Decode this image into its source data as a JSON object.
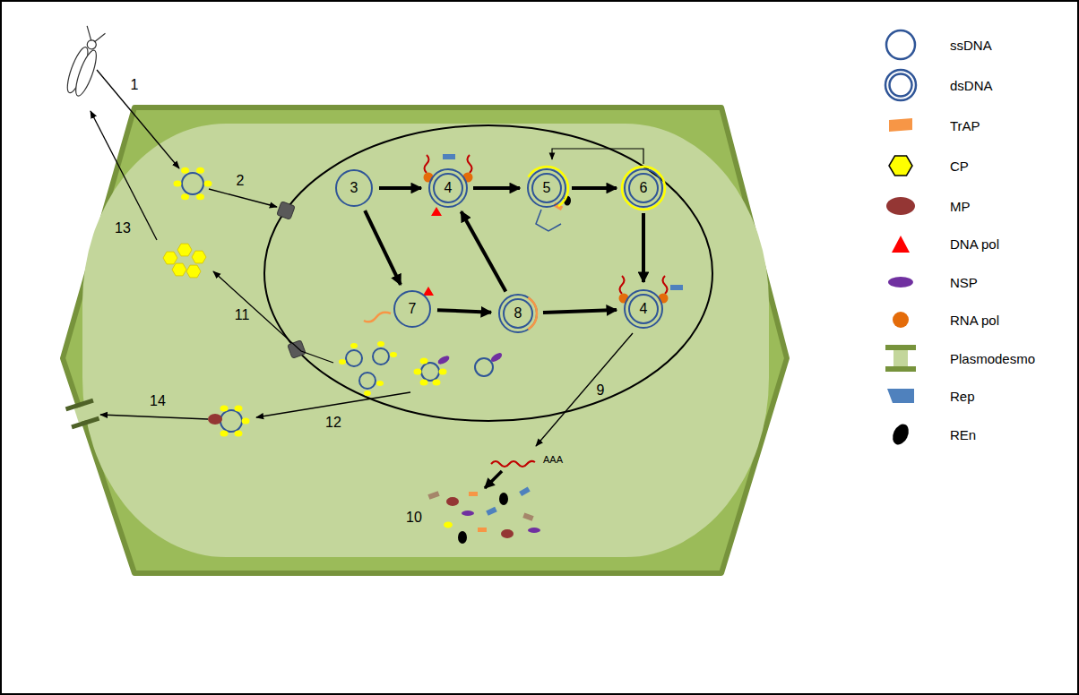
{
  "diagram": {
    "nodes": [
      {
        "text": [
          "3"
        ]
      },
      {
        "text": [
          "4"
        ]
      },
      {
        "text": [
          "5"
        ]
      },
      {
        "text": [
          "6"
        ]
      },
      {
        "text": [
          "7"
        ]
      },
      {
        "text": [
          "8"
        ]
      },
      {
        "text": [
          "4"
        ]
      }
    ],
    "edges": [
      {
        "from": 0,
        "to": 1,
        "arrow": "to"
      },
      {
        "from": 1,
        "to": 2,
        "arrow": "to"
      },
      {
        "from": 2,
        "to": 3,
        "arrow": "to"
      },
      {
        "from": 0,
        "to": 4,
        "arrow": "to"
      },
      {
        "from": 4,
        "to": 5,
        "arrow": "to"
      },
      {
        "from": 5,
        "to": 1,
        "arrow": "to"
      },
      {
        "from": 5,
        "to": 6,
        "arrow": "to"
      },
      {
        "from": 3,
        "to": 6,
        "arrow": "to"
      }
    ],
    "labels": [
      "1",
      "13",
      "2",
      "11",
      "14",
      "12",
      "9",
      "AAA",
      "10"
    ],
    "legend": [
      {
        "text": "ssDNA"
      },
      {
        "text": "dsDNA"
      },
      {
        "text": "TrAP",
        "color": "#f79646"
      },
      {
        "text": "CP",
        "color": "#ffff00"
      },
      {
        "text": "MP",
        "color": "#943634"
      },
      {
        "text": "DNA pol",
        "color": "#ff0000"
      },
      {
        "text": "NSP",
        "color": "#7030a0"
      },
      {
        "text": "RNA pol",
        "color": "#e46c0a"
      },
      {
        "text": "Plasmodesmo"
      },
      {
        "text": "Rep",
        "color": "#4f81bd"
      },
      {
        "text": "REn",
        "color": "#000000"
      }
    ]
  }
}
